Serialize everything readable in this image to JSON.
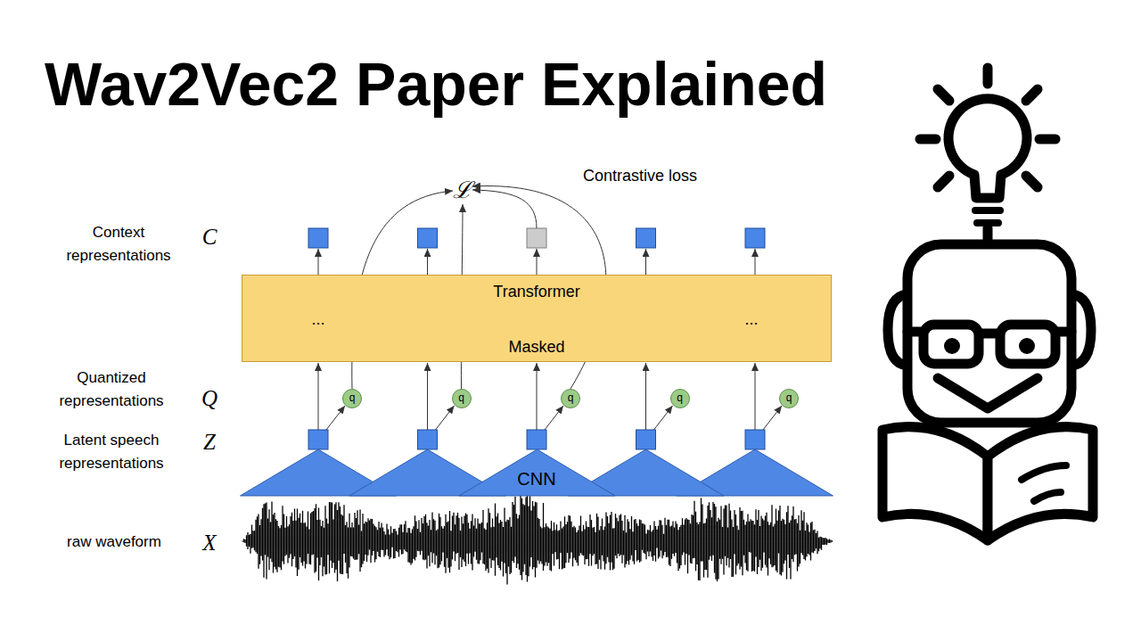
{
  "diagram": {
    "title": "Wav2Vec2 Paper Explained",
    "nodes": [
      {
        "text": [
          "Transformer",
          "...",
          "...",
          "Masked"
        ]
      },
      {
        "text": [
          "q"
        ]
      },
      {
        "text": [
          "q"
        ]
      },
      {
        "text": [
          "q"
        ]
      },
      {
        "text": [
          "q"
        ]
      },
      {
        "text": [
          "q"
        ]
      },
      {
        "text": [
          "CNN"
        ]
      }
    ],
    "labels": [
      "Contrastive loss",
      "ℒ",
      "Context representations",
      "C",
      "Quantized representations",
      "Q",
      "Latent speech representations",
      "Z",
      "raw waveform",
      "X"
    ]
  }
}
